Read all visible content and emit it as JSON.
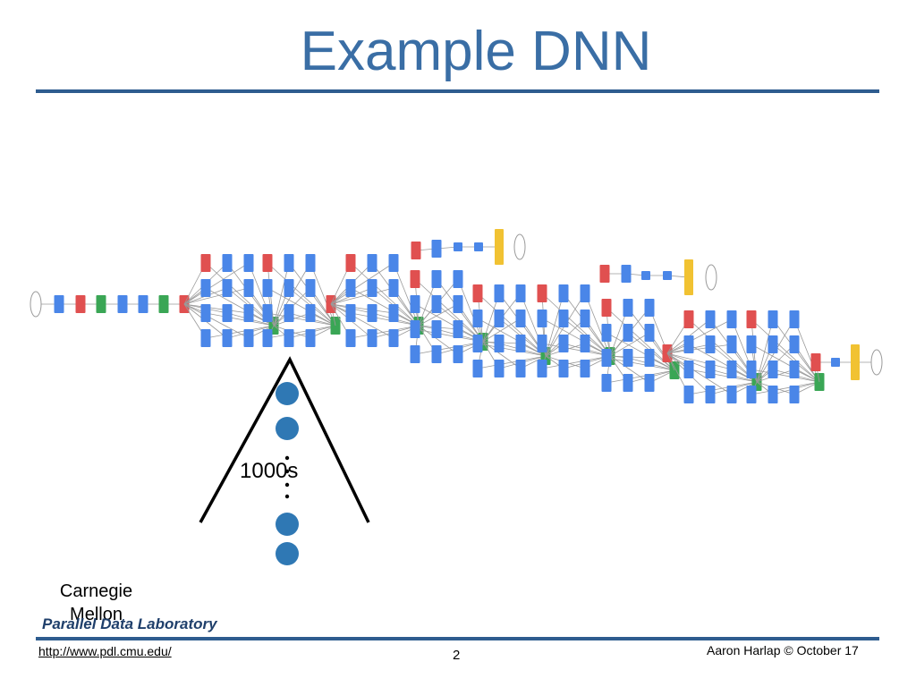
{
  "slide": {
    "title": "Example DNN",
    "layer_count_label": "1000s"
  },
  "footer": {
    "logo_line1": "Carnegie Mellon",
    "logo_line2": "Parallel Data Laboratory",
    "url": "http://www.pdl.cmu.edu/",
    "page_number": "2",
    "author": "Aaron Harlap © October 17"
  },
  "diagram": {
    "colors": {
      "conv_blue": "#4a86e8",
      "pool_red": "#e05050",
      "concat_green": "#3aa655",
      "softmax_yellow": "#f1c232",
      "endpoint_gray": "#d9d9d9",
      "node_teal": "#2f78b4",
      "title_blue": "#3a6ea5"
    }
  }
}
